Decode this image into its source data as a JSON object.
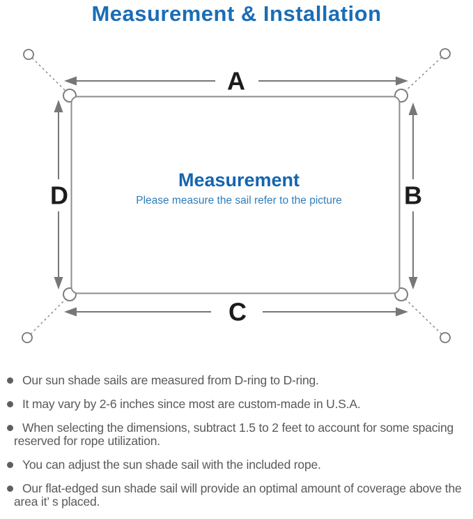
{
  "title": "Measurement & Installation",
  "diagram": {
    "heading": "Measurement",
    "subheading": "Please measure the sail refer to the picture",
    "labels": {
      "top": "A",
      "right": "B",
      "bottom": "C",
      "left": "D"
    }
  },
  "instructions": {
    "items": [
      "Our sun shade sails are measured from D-ring to D-ring.",
      "It may vary by 2-6 inches since most are custom-made in U.S.A.",
      "When selecting the dimensions, subtract 1.5 to 2 feet to account for some spacing reserved for rope utilization.",
      "You can adjust the sun shade sail with the included rope.",
      "Our flat-edged sun shade sail will provide an optimal amount of coverage above the area it’ s placed."
    ]
  },
  "colors": {
    "title_blue": "#1a6db6",
    "heading_blue": "#1565ae",
    "subheading_blue": "#2f7db8",
    "diagram_gray": "#777777",
    "label_black": "#1c1c1c",
    "body_text_gray": "#58595b"
  }
}
